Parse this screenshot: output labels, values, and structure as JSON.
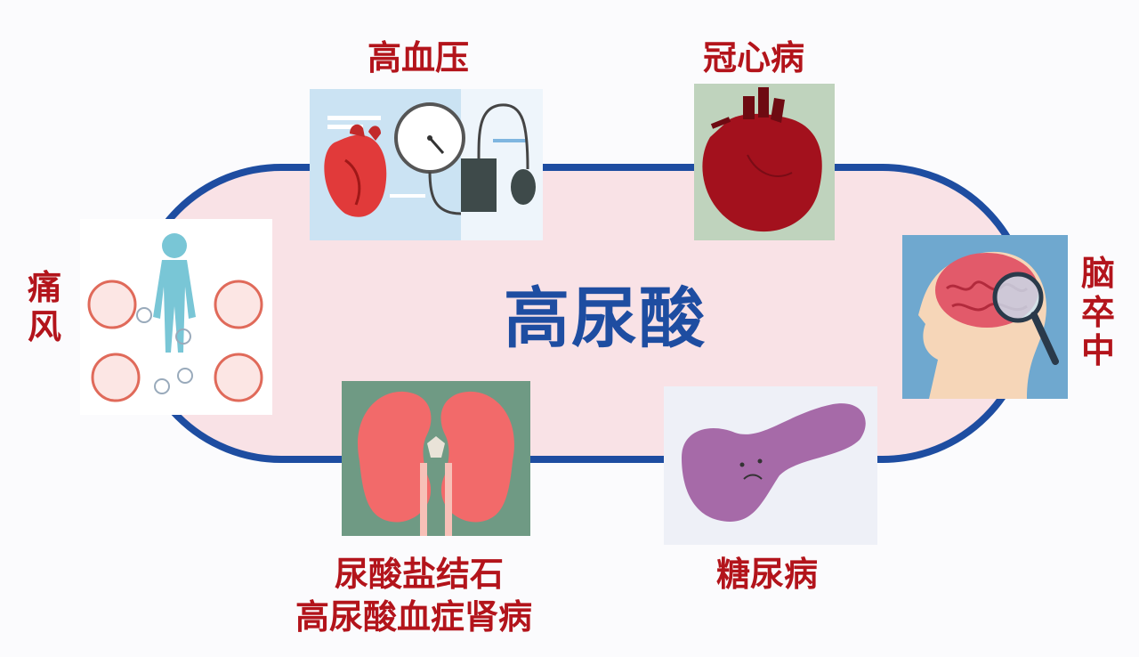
{
  "center": {
    "title": "高尿酸"
  },
  "diseases": {
    "hypertension": {
      "label": "高血压"
    },
    "coronary": {
      "label": "冠心病"
    },
    "stroke": {
      "label": "脑卒中"
    },
    "diabetes": {
      "label": "糖尿病"
    },
    "kidney": {
      "line1": "尿酸盐结石",
      "line2": "高尿酸血症肾病"
    },
    "gout": {
      "label": "痛风"
    }
  },
  "colors": {
    "accent_blue": "#1e4da1",
    "label_red": "#b3141b",
    "ring_fill": "#f9e2e6"
  }
}
